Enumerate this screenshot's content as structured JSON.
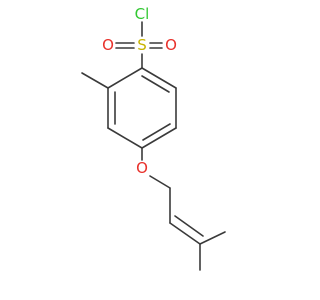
{
  "molecule": {
    "atoms": {
      "chlorine": {
        "symbol": "Cl",
        "color": "#32c832"
      },
      "sulfur": {
        "symbol": "S",
        "color": "#c8b400"
      },
      "sulfonyl_oxygen_left": {
        "symbol": "O",
        "color": "#e8302a"
      },
      "sulfonyl_oxygen_right": {
        "symbol": "O",
        "color": "#e8302a"
      },
      "ether_oxygen": {
        "symbol": "O",
        "color": "#e8302a"
      }
    },
    "bond_color": "#3a3a3a"
  }
}
